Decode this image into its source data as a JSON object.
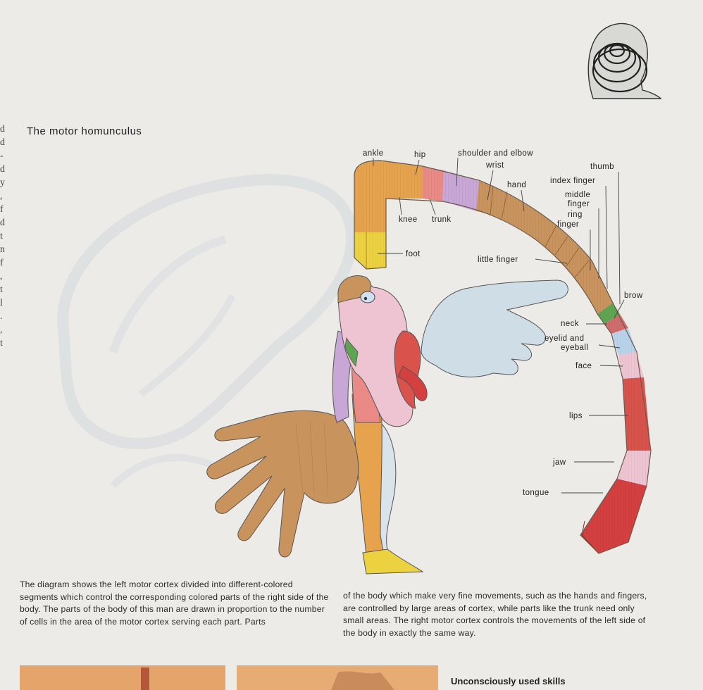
{
  "title": "The motor homunculus",
  "margin_letters": [
    "d",
    "d",
    "-",
    "d",
    "y",
    ",",
    "f",
    "d",
    "t",
    "n",
    "f",
    ",",
    "t",
    "l",
    ".",
    ",",
    "t"
  ],
  "labels": {
    "ankle": "ankle",
    "hip": "hip",
    "shoulder_elbow": "shoulder and elbow",
    "wrist": "wrist",
    "thumb": "thumb",
    "hand": "hand",
    "index_finger": "index finger",
    "middle_finger_1": "middle",
    "middle_finger_2": "finger",
    "ring_finger_1": "ring",
    "ring_finger_2": "finger",
    "knee": "knee",
    "trunk": "trunk",
    "foot": "foot",
    "little_finger": "little finger",
    "brow": "brow",
    "neck": "neck",
    "eyelid_1": "eyelid and",
    "eyelid_2": "eyeball",
    "face": "face",
    "lips": "lips",
    "jaw": "jaw",
    "tongue": "tongue"
  },
  "caption_left": "The diagram shows the left motor cortex divided into different-colored segments which control the corresponding colored parts of the right side of the body. The parts of the body of this man are drawn in proportion to the number of cells in the area of the motor cortex serving each part. Parts",
  "caption_right": "of the body which make very fine movements, such as the hands and fingers, are controlled by large areas of cortex, while parts like the trunk need only small areas. The right motor cortex controls the movements of the left side of the body in exactly the same way.",
  "footer_heading": "Unconsciously used skills",
  "colors": {
    "page": "#ecebe8",
    "hand": "#c9935d",
    "foot": "#ecd23e",
    "leg": "#e6a24c",
    "trunk": "#e98a86",
    "arm": "#c8a6d6",
    "face": "#eec3d2",
    "eye": "#b9d3ea",
    "neck": "#5ea452",
    "lips": "#d9534c",
    "tongue": "#d43f3f",
    "pointing_hand": "#cfdde6"
  }
}
